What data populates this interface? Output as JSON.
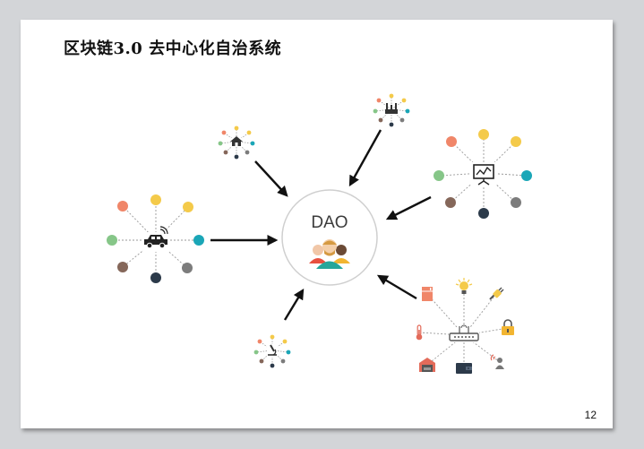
{
  "slide": {
    "title": "区块链3.0 去中心化自治系统",
    "page_number": "12"
  },
  "center": {
    "label": "DAO",
    "icon": "people-group-icon"
  },
  "colors": {
    "orange": "#f08669",
    "yellow": "#f4ca4a",
    "green": "#86c688",
    "teal": "#1aa6b7",
    "brown": "#85675a",
    "gray": "#7c7c7c",
    "navy": "#2c3a4a",
    "arrow": "#111111"
  },
  "nodes": [
    {
      "id": "house",
      "icon": "house-icon"
    },
    {
      "id": "factory",
      "icon": "factory-icon"
    },
    {
      "id": "car",
      "icon": "connected-car-icon"
    },
    {
      "id": "chart",
      "icon": "chart-board-icon"
    },
    {
      "id": "microscope",
      "icon": "microscope-icon"
    },
    {
      "id": "iot-router",
      "icon": "router-icon"
    }
  ],
  "iot_devices": [
    {
      "icon": "fridge-icon"
    },
    {
      "icon": "light-bulb-icon"
    },
    {
      "icon": "plug-icon"
    },
    {
      "icon": "thermometer-icon"
    },
    {
      "icon": "lock-icon"
    },
    {
      "icon": "garage-icon"
    },
    {
      "icon": "wallet-icon"
    },
    {
      "icon": "person-signal-icon"
    }
  ]
}
